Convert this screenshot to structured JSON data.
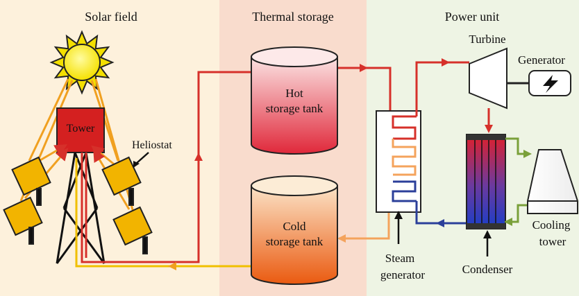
{
  "sections": {
    "solar_field": "Solar field",
    "thermal_storage": "Thermal storage",
    "power_unit": "Power unit"
  },
  "labels": {
    "tower": "Tower",
    "heliostat": "Heliostat",
    "hot_tank_line1": "Hot",
    "hot_tank_line2": "storage tank",
    "cold_tank_line1": "Cold",
    "cold_tank_line2": "storage tank",
    "turbine": "Turbine",
    "generator": "Generator",
    "steam_generator_line1": "Steam",
    "steam_generator_line2": "generator",
    "condenser": "Condenser",
    "cooling_tower_line1": "Cooling",
    "cooling_tower_line2": "tower"
  },
  "colors": {
    "solar_bg": "#fdf1dc",
    "storage_bg": "#f9dccd",
    "power_bg": "#eef4e4",
    "hot_pipe": "#d6302a",
    "cold_pipe": "#f4a35c",
    "water_pipe": "#2b3f9a",
    "cooling_pipe": "#7aa03a",
    "sun_rays": "#f0a020",
    "heliostat_fill": "#f2b400",
    "tower_fill": "#d42020"
  }
}
